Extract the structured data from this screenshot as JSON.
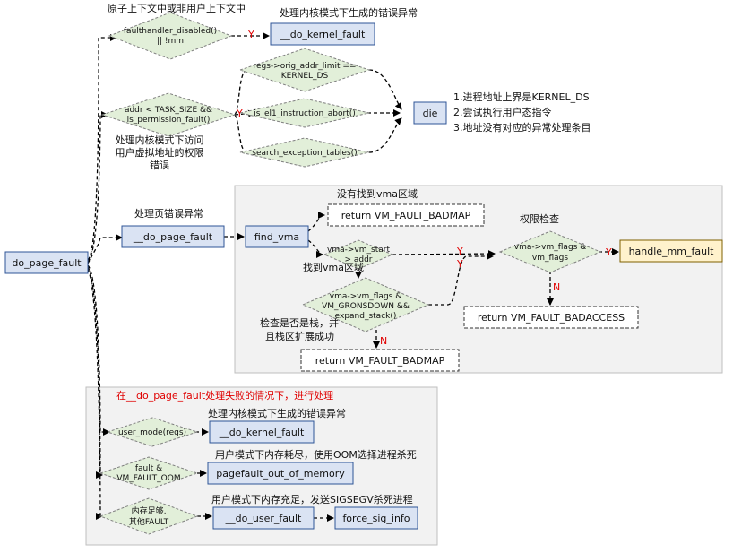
{
  "nodes": {
    "do_page_fault": "do_page_fault",
    "cond1": [
      "faulthandler_disabled()",
      "|| !mm"
    ],
    "do_kernel_fault_top": "__do_kernel_fault",
    "cond2": [
      "addr < TASK_SIZE &&",
      "is_permission_fault()"
    ],
    "cond_orig": [
      "regs->orig_addr_limit ==",
      "KERNEL_DS"
    ],
    "cond_el1": "is_el1_instruction_abort()",
    "cond_search": "search_exception_tables()",
    "die": "die",
    "do_page_fault_inner": "__do_page_fault",
    "find_vma": "find_vma",
    "badmap1": "return VM_FAULT_BADMAP",
    "cond_vmstart": [
      "vma->vm_start",
      "> addr"
    ],
    "cond_vmflags": [
      "vma->vm_flags &",
      "vm_flags"
    ],
    "handle_mm_fault": "handle_mm_fault",
    "cond_grows": [
      "vma->vm_flags &",
      "VM_GRONSDOWN &&",
      "expand_stack()"
    ],
    "badaccess": "return VM_FAULT_BADACCESS",
    "badmap2": "return VM_FAULT_BADMAP",
    "cond_user_mode": "user_mode(regs)",
    "do_kernel_fault_bottom": "__do_kernel_fault",
    "cond_oom": [
      "fault &",
      "VM_FAULT_OOM"
    ],
    "pagefault_oom": "pagefault_out_of_memory",
    "cond_other": [
      "内存足够,",
      "其他FAULT"
    ],
    "do_user_fault": "__do_user_fault",
    "force_sig_info": "force_sig_info"
  },
  "annotations": {
    "ctx_top": "原子上下文中或非用户上下文中",
    "kernel_fault_top": "处理内核模式下生成的错误异常",
    "die_notes": [
      "1.进程地址上界是KERNEL_DS",
      "2.尝试执行用户态指令",
      "3.地址没有对应的异常处理条目"
    ],
    "perm_note": [
      "处理内核模式下访问",
      "用户虚拟地址的权限",
      "错误"
    ],
    "page_fault_note": "处理页错误异常",
    "no_vma": "没有找到vma区域",
    "perm_check": "权限检查",
    "found_vma": "找到vma区域",
    "stack_note": [
      "检查是否是栈，并",
      "且栈区扩展成功"
    ],
    "fail_header": "在__do_page_fault处理失败的情况下，进行处理",
    "kernel_fault_bottom": "处理内核模式下生成的错误异常",
    "oom_note": "用户模式下内存耗尽，使用OOM选择进程杀死",
    "sigsegv_note": "用户模式下内存充足，发送SIGSEGV杀死进程"
  },
  "labels": {
    "yes": "Y",
    "no": "N"
  },
  "colors": {
    "diamond_fill": "#e2efd9",
    "box_fill": "#dae3f3",
    "box_stroke": "#2f5597",
    "handle_fill": "#fff2cc",
    "region_fill": "#f2f2f2",
    "label_red": "#e00000"
  }
}
